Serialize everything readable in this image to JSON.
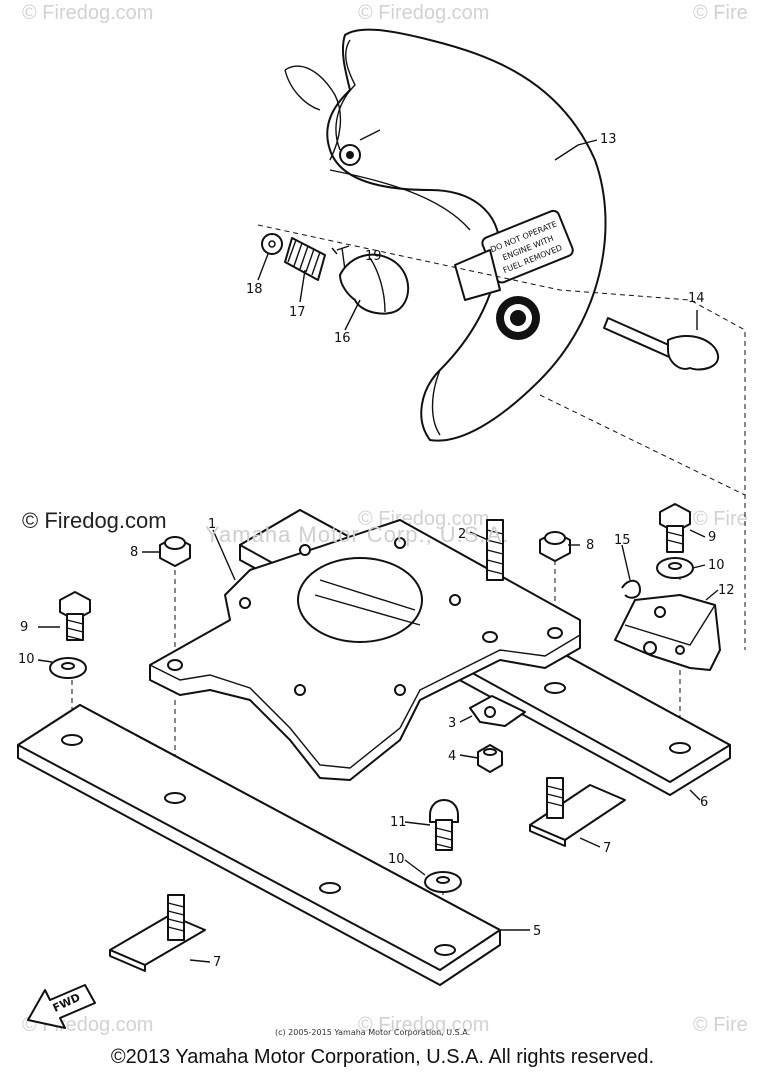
{
  "watermarks": {
    "top_left": "© Firedog.com",
    "top_center": "© Firedog.com",
    "top_right": "© Fire",
    "mid_left": "© Firedog.com",
    "mid_center": "© Firedog.com",
    "mid_right": "© Fire",
    "bottom_left": "© Firedog.com",
    "bottom_center": "© Firedog.com",
    "bottom_right": "© Fire"
  },
  "overlay_text": "Yamaha Motor Corp., U.S.A.",
  "fine_print": "(c) 2005-2015 Yamaha Motor Corporation, U.S.A.",
  "footer": "©2013 Yamaha Motor Corporation, U.S.A. All rights reserved.",
  "decal": {
    "line1": "DO NOT OPERATE",
    "line2": "ENGINE WITH",
    "line3": "FUEL REMOVED"
  },
  "fwd_label": "FWD",
  "callouts": {
    "c1": "1",
    "c2": "2",
    "c3": "3",
    "c4": "4",
    "c5": "5",
    "c6": "6",
    "c7a": "7",
    "c7b": "7",
    "c8a": "8",
    "c8b": "8",
    "c9a": "9",
    "c9b": "9",
    "c10a": "10",
    "c10b": "10",
    "c10c": "10",
    "c11": "11",
    "c12": "12",
    "c13": "13",
    "c14": "14",
    "c15": "15",
    "c16": "16",
    "c17": "17",
    "c18": "18",
    "c19": "19"
  }
}
